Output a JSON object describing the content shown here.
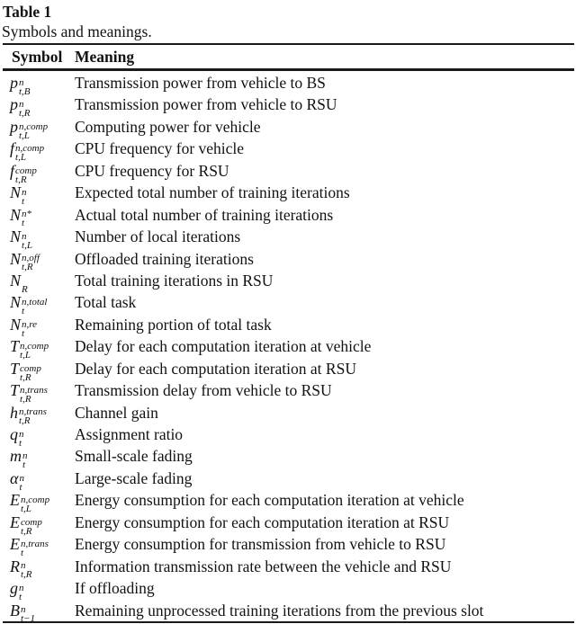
{
  "page": {
    "table_label": "Table 1",
    "caption": "Symbols and meanings."
  },
  "table": {
    "headers": [
      "Symbol",
      "Meaning"
    ],
    "rows": [
      {
        "symbol": {
          "base": "p",
          "sup": "n",
          "sub": "t,B"
        },
        "meaning": "Transmission power from vehicle to BS"
      },
      {
        "symbol": {
          "base": "p",
          "sup": "n",
          "sub": "t,R"
        },
        "meaning": "Transmission power from vehicle to RSU"
      },
      {
        "symbol": {
          "base": "p",
          "sup": "n,comp",
          "sub": "t,L"
        },
        "meaning": "Computing power for vehicle"
      },
      {
        "symbol": {
          "base": "f",
          "sup": "n,comp",
          "sub": "t,L"
        },
        "meaning": "CPU frequency for vehicle"
      },
      {
        "symbol": {
          "base": "f",
          "sup": "comp",
          "sub": "t,R"
        },
        "meaning": "CPU frequency for RSU"
      },
      {
        "symbol": {
          "base": "N",
          "sup": "n",
          "sub": "t"
        },
        "meaning": "Expected total number of training iterations"
      },
      {
        "symbol": {
          "base": "N",
          "sup": "n*",
          "sub": "t"
        },
        "meaning": "Actual total number of training iterations"
      },
      {
        "symbol": {
          "base": "N",
          "sup": "n",
          "sub": "t,L"
        },
        "meaning": "Number of local iterations"
      },
      {
        "symbol": {
          "base": "N",
          "sup": "n,off",
          "sub": "t,R"
        },
        "meaning": "Offloaded training iterations"
      },
      {
        "symbol": {
          "base": "N",
          "sup": "",
          "sub": "R"
        },
        "meaning": "Total training iterations in RSU"
      },
      {
        "symbol": {
          "base": "N",
          "sup": "n,total",
          "sub": "t"
        },
        "meaning": "Total task"
      },
      {
        "symbol": {
          "base": "N",
          "sup": "n,re",
          "sub": "t"
        },
        "meaning": "Remaining portion of total task"
      },
      {
        "symbol": {
          "base": "T",
          "sup": "n,comp",
          "sub": "t,L"
        },
        "meaning": "Delay for each computation iteration at vehicle"
      },
      {
        "symbol": {
          "base": "T",
          "sup": "comp",
          "sub": "t,R"
        },
        "meaning": "Delay for each computation iteration at RSU"
      },
      {
        "symbol": {
          "base": "T",
          "sup": "n,trans",
          "sub": "t,R"
        },
        "meaning": "Transmission delay from vehicle to RSU"
      },
      {
        "symbol": {
          "base": "h",
          "sup": "n,trans",
          "sub": "t,R"
        },
        "meaning": "Channel gain"
      },
      {
        "symbol": {
          "base": "q",
          "sup": "n",
          "sub": "t"
        },
        "meaning": "Assignment ratio"
      },
      {
        "symbol": {
          "base": "m",
          "sup": "n",
          "sub": "t"
        },
        "meaning": "Small-scale fading"
      },
      {
        "symbol": {
          "base": "α",
          "sup": "n",
          "sub": "t"
        },
        "meaning": "Large-scale fading"
      },
      {
        "symbol": {
          "base": "E",
          "sup": "n,comp",
          "sub": "t,L"
        },
        "meaning": "Energy consumption for each computation iteration at vehicle"
      },
      {
        "symbol": {
          "base": "E",
          "sup": "comp",
          "sub": "t,R"
        },
        "meaning": "Energy consumption for each computation iteration at RSU"
      },
      {
        "symbol": {
          "base": "E",
          "sup": "n,trans",
          "sub": "t"
        },
        "meaning": "Energy consumption for transmission from vehicle to RSU"
      },
      {
        "symbol": {
          "base": "R",
          "sup": "n",
          "sub": "t,R"
        },
        "meaning": "Information transmission rate between the vehicle and RSU"
      },
      {
        "symbol": {
          "base": "g",
          "sup": "n",
          "sub": "t"
        },
        "meaning": "If offloading"
      },
      {
        "symbol": {
          "base": "B",
          "sup": "n",
          "sub": "t−1"
        },
        "meaning": "Remaining unprocessed training iterations from the previous slot"
      }
    ]
  }
}
